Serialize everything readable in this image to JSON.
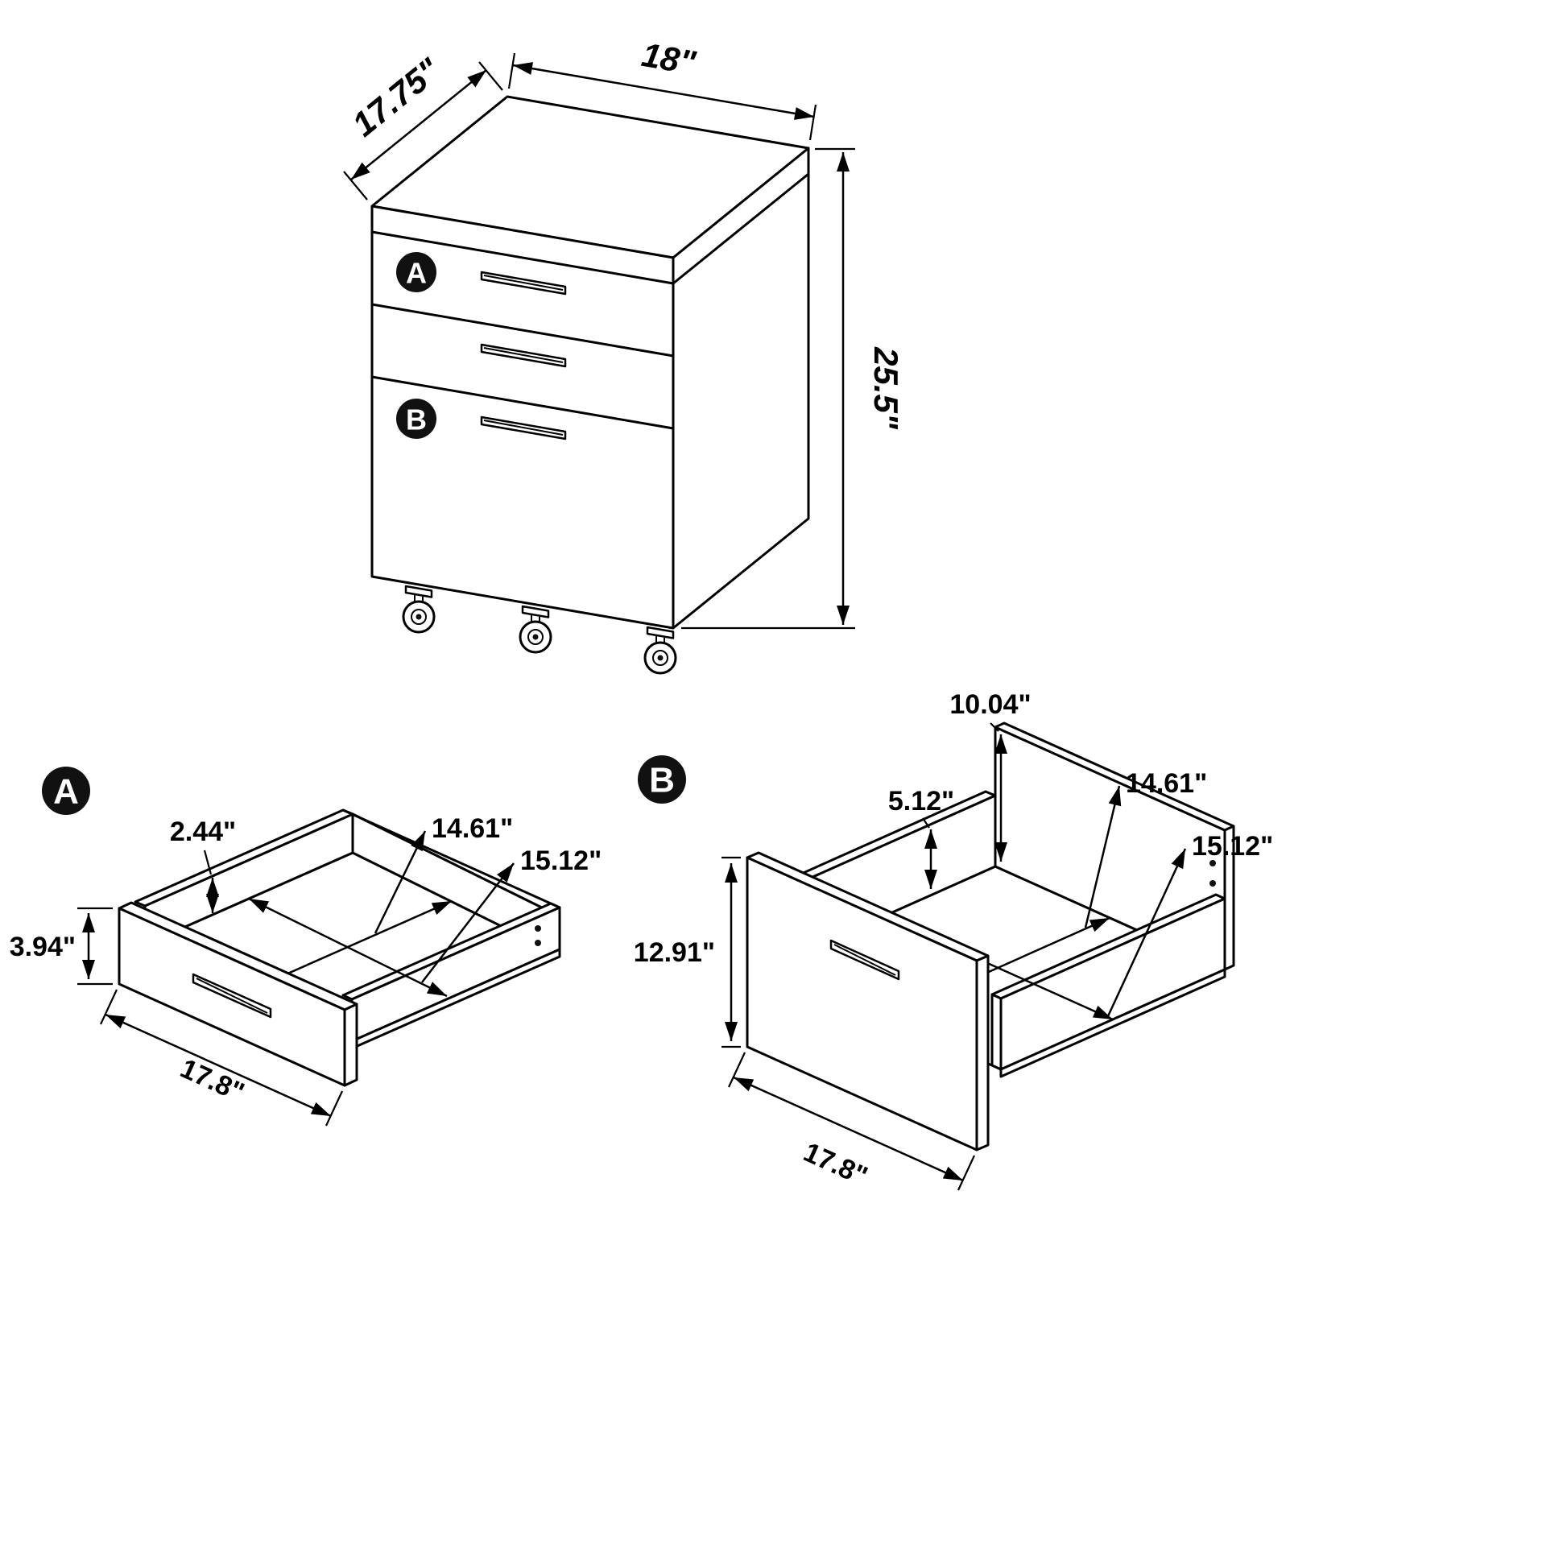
{
  "page": {
    "background": "#ffffff",
    "line_color": "#000000"
  },
  "cabinet": {
    "label_a": "A",
    "label_b": "B",
    "dim_depth": "17.75\"",
    "dim_width": "18\"",
    "dim_height": "25.5\""
  },
  "drawer_a": {
    "badge": "A",
    "dim_inner_height": "2.44\"",
    "dim_inner_depth": "14.61\"",
    "dim_inner_width": "15.12\"",
    "dim_front_height": "3.94\"",
    "dim_width": "17.8\""
  },
  "drawer_b": {
    "badge": "B",
    "dim_back_height": "10.04\"",
    "dim_side_height": "5.12\"",
    "dim_inner_depth": "14.61\"",
    "dim_inner_width": "15.12\"",
    "dim_front_height": "12.91\"",
    "dim_width": "17.8\""
  }
}
